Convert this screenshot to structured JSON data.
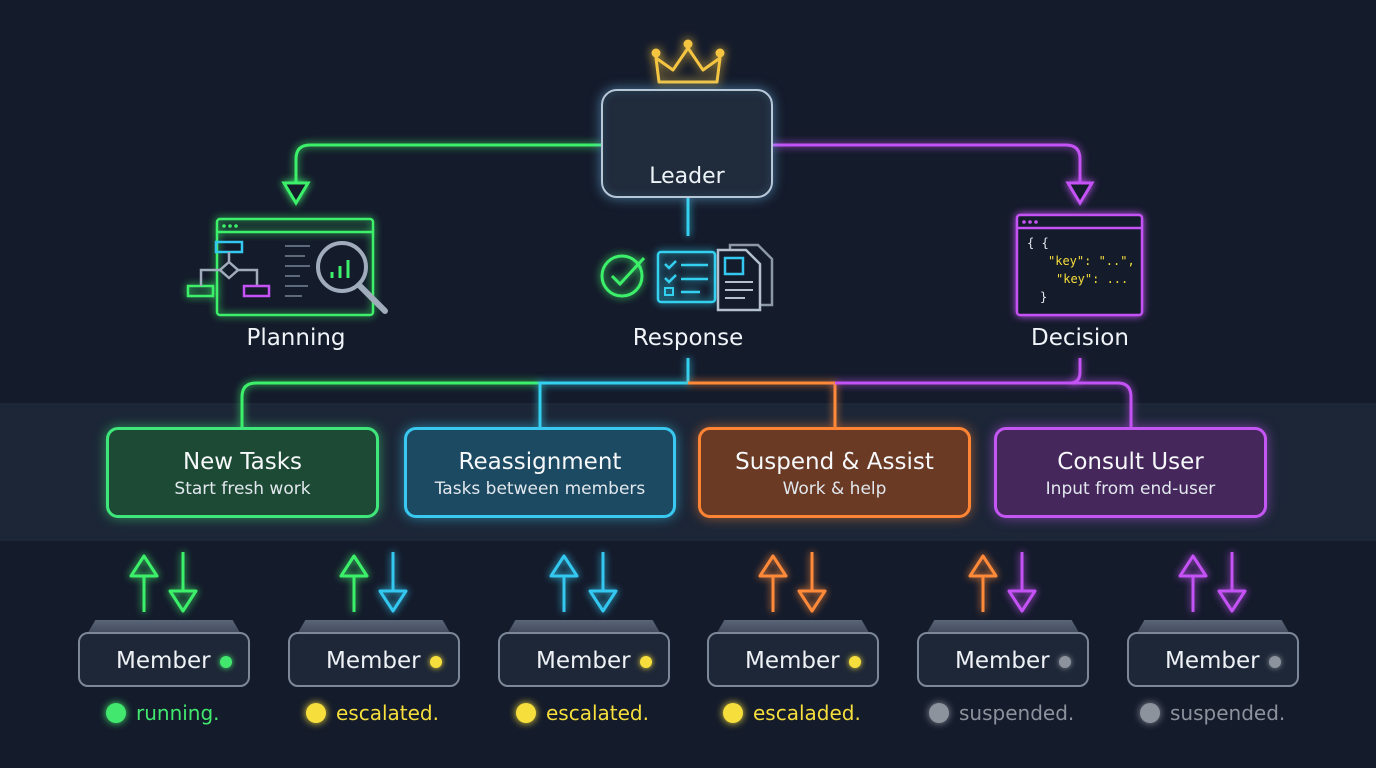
{
  "leader": {
    "label": "Leader",
    "icons": [
      "crown-icon",
      "hat-icon"
    ]
  },
  "sections": [
    {
      "id": "planning",
      "label": "Planning",
      "icon": "flowchart-magnifier-icon",
      "color": "#3df06a"
    },
    {
      "id": "response",
      "label": "Response",
      "icon": "checklist-documents-icon",
      "color": "#34d0f0"
    },
    {
      "id": "decision",
      "label": "Decision",
      "icon": "json-window-icon",
      "color": "#c452f5"
    }
  ],
  "json_snippet": {
    "line1": "{ {",
    "line2": "\"key\": \"..\",",
    "line3": "\"key\": ...",
    "line4": "}"
  },
  "actions": [
    {
      "title": "New Tasks",
      "subtitle": "Start fresh work",
      "color": "#3fe67a"
    },
    {
      "title": "Reassignment",
      "subtitle": "Tasks between members",
      "color": "#38c8f0"
    },
    {
      "title": "Suspend & Assist",
      "subtitle": "Work & help",
      "color": "#ff8433"
    },
    {
      "title": "Consult User",
      "subtitle": "Input from end-user",
      "color": "#c456f4"
    }
  ],
  "members": [
    {
      "name": "Member",
      "status": "running.",
      "status_color": "#42e86e",
      "up_color": "#3df06a",
      "down_color": "#3df06a"
    },
    {
      "name": "Member",
      "status": "escalated.",
      "status_color": "#f6df3c",
      "up_color": "#3df06a",
      "down_color": "#34c8f0"
    },
    {
      "name": "Member",
      "status": "escalated.",
      "status_color": "#f6df3c",
      "up_color": "#34c8f0",
      "down_color": "#34c8f0"
    },
    {
      "name": "Member",
      "status": "escaladed.",
      "status_color": "#f6df3c",
      "up_color": "#ff8a3a",
      "down_color": "#ff8a3a"
    },
    {
      "name": "Member",
      "status": "suspended.",
      "status_color": "#8c939d",
      "up_color": "#ff8a3a",
      "down_color": "#c452f5"
    },
    {
      "name": "Member",
      "status": "suspended.",
      "status_color": "#8c939d",
      "up_color": "#c452f5",
      "down_color": "#c452f5"
    }
  ]
}
